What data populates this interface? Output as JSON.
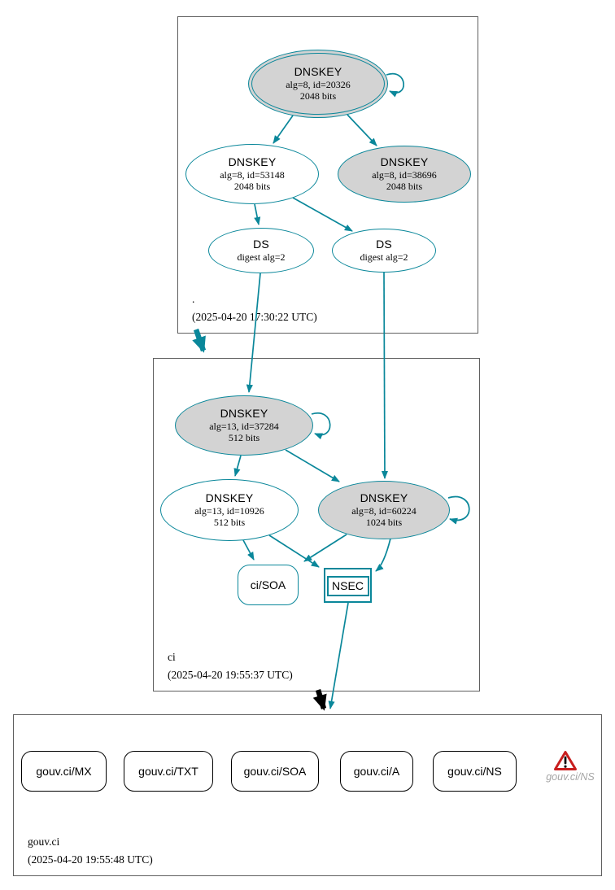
{
  "colors": {
    "secure": "#0a879a",
    "insecure": "#000000",
    "key_fill_gray": "#d3d3d3",
    "warning_red": "#c81e1e",
    "warning_text_gray": "#a5a5a5"
  },
  "zones": {
    "root": {
      "label": ".",
      "timestamp": "(2025-04-20 17:30:22 UTC)",
      "ksk": {
        "title": "DNSKEY",
        "detail": "alg=8, id=20326",
        "size": "2048 bits"
      },
      "zsk": {
        "title": "DNSKEY",
        "detail": "alg=8, id=53148",
        "size": "2048 bits"
      },
      "key3": {
        "title": "DNSKEY",
        "detail": "alg=8, id=38696",
        "size": "2048 bits"
      },
      "ds1": {
        "title": "DS",
        "detail": "digest alg=2"
      },
      "ds2": {
        "title": "DS",
        "detail": "digest alg=2"
      }
    },
    "ci": {
      "label": "ci",
      "timestamp": "(2025-04-20 19:55:37 UTC)",
      "ksk": {
        "title": "DNSKEY",
        "detail": "alg=13, id=37284",
        "size": "512 bits"
      },
      "zsk": {
        "title": "DNSKEY",
        "detail": "alg=13, id=10926",
        "size": "512 bits"
      },
      "key3": {
        "title": "DNSKEY",
        "detail": "alg=8, id=60224",
        "size": "1024 bits"
      },
      "soa_label": "ci/SOA",
      "nsec_label": "NSEC"
    },
    "gouv_ci": {
      "label": "gouv.ci",
      "timestamp": "(2025-04-20 19:55:48 UTC)",
      "rrsets": [
        {
          "label": "gouv.ci/MX"
        },
        {
          "label": "gouv.ci/TXT"
        },
        {
          "label": "gouv.ci/SOA"
        },
        {
          "label": "gouv.ci/A"
        },
        {
          "label": "gouv.ci/NS"
        }
      ],
      "warning_label": "gouv.ci/NS",
      "warning_icon": "warning-triangle-icon"
    }
  }
}
